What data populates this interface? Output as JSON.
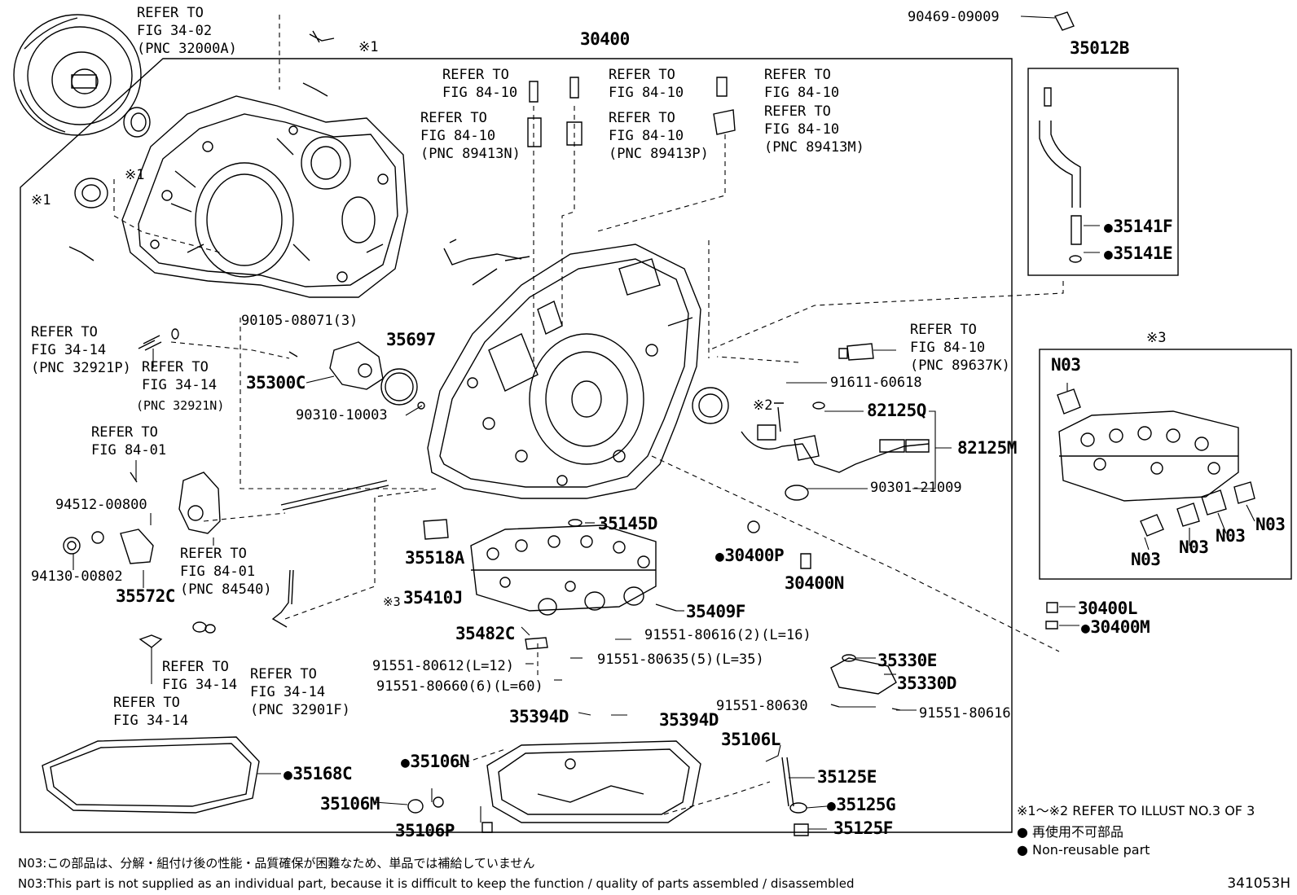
{
  "parts": {
    "p30400": "30400",
    "p90469": "90469-09009",
    "p35012B": "35012B",
    "ref_fig3402": "REFER TO\nFIG 34-02\n(PNC 32000A)",
    "mark1_top": "※1",
    "mark1_seal": "※1",
    "mark1_left": "※1",
    "ref_8410_a": "REFER TO\nFIG 84-10",
    "ref_8410_b": "REFER TO\nFIG 84-10",
    "ref_8410_c": "REFER TO\nFIG 84-10",
    "ref_8410_n": "REFER TO\nFIG 84-10\n(PNC 89413N)",
    "ref_8410_p": "REFER TO\nFIG 84-10\n(PNC 89413P)",
    "ref_8410_m": "REFER TO\nFIG 84-10\n(PNC 89413M)",
    "p35141F": "35141F",
    "p35141E": "35141E",
    "ref_3414_p": "REFER TO\nFIG 34-14\n(PNC 32921P)",
    "ref_3414_n": "REFER TO\nFIG 34-14",
    "ref_3414_n_pnc": "(PNC 32921N)",
    "p90105": "90105-08071(3)",
    "p35697": "35697",
    "p35300C": "35300C",
    "p90310": "90310-10003",
    "ref_8410_k": "REFER TO\nFIG 84-10\n(PNC 89637K)",
    "p91611": "91611-60618",
    "mark2": "※2",
    "p82125Q": "82125Q",
    "p82125M": "82125M",
    "p90301": "90301-21009",
    "mark3_box": "※3",
    "n03_a": "N03",
    "n03_b": "N03",
    "n03_c": "N03",
    "n03_d": "N03",
    "n03_e": "N03",
    "ref_8401_a": "REFER TO\nFIG 84-01",
    "p94512": "94512-00800",
    "p94130": "94130-00802",
    "ref_8401_b": "REFER TO\nFIG 84-01\n(PNC 84540)",
    "p35572C": "35572C",
    "p35145D": "35145D",
    "p35518A": "35518A",
    "p30400P": "30400P",
    "p30400N": "30400N",
    "mark3_body": "※3",
    "p35410J": "35410J",
    "p35409F": "35409F",
    "p35482C": "35482C",
    "p91551_80616_2": "91551-80616(2)",
    "p91551_80616_2_len": "(L=16)",
    "p91551_80635": "91551-80635(5)",
    "p91551_80635_len": "(L=35)",
    "p91551_80612": "91551-80612",
    "p91551_80612_len": "(L=12)",
    "p91551_80660": "91551-80660(6)",
    "p91551_80660_len": "(L=60)",
    "p30400L": "30400L",
    "p30400M": "30400M",
    "p35330E": "35330E",
    "p35330D": "35330D",
    "p91551_80630": "91551-80630",
    "p91551_80616": "91551-80616",
    "ref_3414_c": "REFER TO\nFIG 34-14",
    "ref_3414_d": "REFER TO\nFIG 34-14",
    "ref_3414_f": "REFER TO\nFIG 34-14\n(PNC 32901F)",
    "p35394D_a": "35394D",
    "p35394D_b": "35394D",
    "p35106L": "35106L",
    "p35168C": "35168C",
    "p35106N": "35106N",
    "p35106M": "35106M",
    "p35106P": "35106P",
    "p35125E": "35125E",
    "p35125G": "35125G",
    "p35125F": "35125F"
  },
  "legend": {
    "refer_illust": "※1～※2 REFER TO ILLUST NO.3 OF 3",
    "nonreusable_jp": "再使用不可部品",
    "nonreusable_en": "Non-reusable part"
  },
  "footnote": {
    "jp": "N03:この部品は、分解・組付け後の性能・品質確保が困難なため、単品では補給していません",
    "en": "N03:This part is not supplied as an individual part, because it is difficult to keep the function / quality of parts assembled / disassembled"
  },
  "illustration_code": "341053H"
}
